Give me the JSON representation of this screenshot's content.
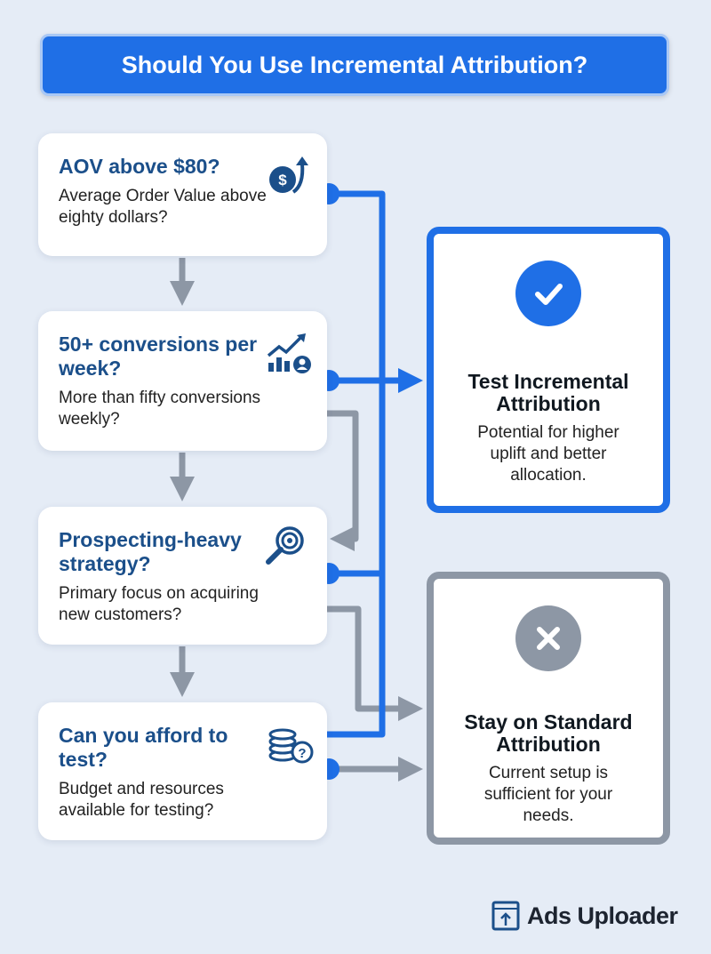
{
  "title": "Should You Use Incremental Attribution?",
  "questions": [
    {
      "title": "AOV above $80?",
      "desc": "Average Order Value above eighty dollars?",
      "icon": "dollar-up-icon"
    },
    {
      "title": "50+ conversions per week?",
      "desc": "More than fifty conversions weekly?",
      "icon": "chart-user-icon"
    },
    {
      "title": "Prospecting-heavy strategy?",
      "desc": "Primary focus on acquiring new customers?",
      "icon": "magnifier-target-icon"
    },
    {
      "title": "Can you afford to test?",
      "desc": "Budget and resources available for testing?",
      "icon": "coins-question-icon"
    }
  ],
  "outcomes": {
    "test": {
      "title": "Test Incremental Attribution",
      "desc": "Potential for higher uplift and better allocation.",
      "icon": "check-circle-icon"
    },
    "stay": {
      "title": "Stay on Standard Attribution",
      "desc": "Current setup is sufficient for your needs.",
      "icon": "x-circle-icon"
    }
  },
  "brand": {
    "name": "Ads Uploader"
  },
  "colors": {
    "blue": "#1f6fe6",
    "gray": "#8d97a5",
    "navy": "#1b4f8a",
    "background": "#e5ecf6"
  }
}
